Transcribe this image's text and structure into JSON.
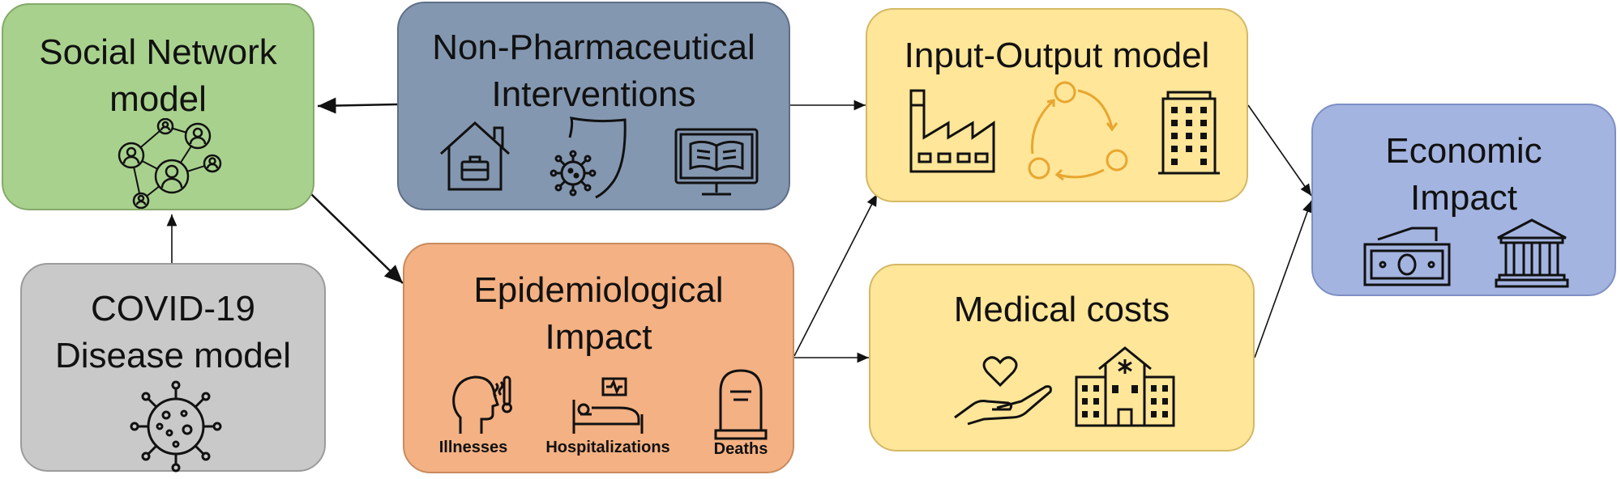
{
  "colors": {
    "social": "#a9d18e",
    "npi": "#8497b0",
    "covid": "#c9c9c9",
    "epi": "#f4b183",
    "io": "#ffe699",
    "medical": "#ffe699",
    "economic": "#a4b4e0",
    "arrow": "#111111"
  },
  "nodes": {
    "social": {
      "title_line1": "Social Network",
      "title_line2": "model",
      "icon": "social-network-icon"
    },
    "npi": {
      "title_line1": "Non-Pharmaceutical",
      "title_line2": "Interventions",
      "icons": [
        "home-office-icon",
        "virus-shield-icon",
        "online-learning-icon"
      ]
    },
    "covid": {
      "title_line1": "COVID-19",
      "title_line2": "Disease model",
      "icon": "virus-icon"
    },
    "epi": {
      "title_line1": "Epidemiological",
      "title_line2": "Impact",
      "icons": [
        "sick-person-icon",
        "hospital-bed-icon",
        "tombstone-icon"
      ],
      "captions": {
        "illnesses": "Illnesses",
        "hospitalizations": "Hospitalizations",
        "deaths": "Deaths"
      }
    },
    "io": {
      "title": "Input-Output model",
      "icons": [
        "factory-icon",
        "cycle-icon",
        "office-building-icon"
      ]
    },
    "medical": {
      "title": "Medical costs",
      "icons": [
        "caring-hand-icon",
        "hospital-icon"
      ]
    },
    "economic": {
      "title_line1": "Economic",
      "title_line2": "Impact",
      "icons": [
        "money-icon",
        "bank-icon"
      ]
    }
  },
  "edges": [
    {
      "from": "npi",
      "to": "social"
    },
    {
      "from": "covid",
      "to": "social"
    },
    {
      "from": "social",
      "to": "epi"
    },
    {
      "from": "npi",
      "to": "io"
    },
    {
      "from": "epi",
      "to": "io"
    },
    {
      "from": "epi",
      "to": "medical"
    },
    {
      "from": "io",
      "to": "economic"
    },
    {
      "from": "medical",
      "to": "economic"
    }
  ]
}
